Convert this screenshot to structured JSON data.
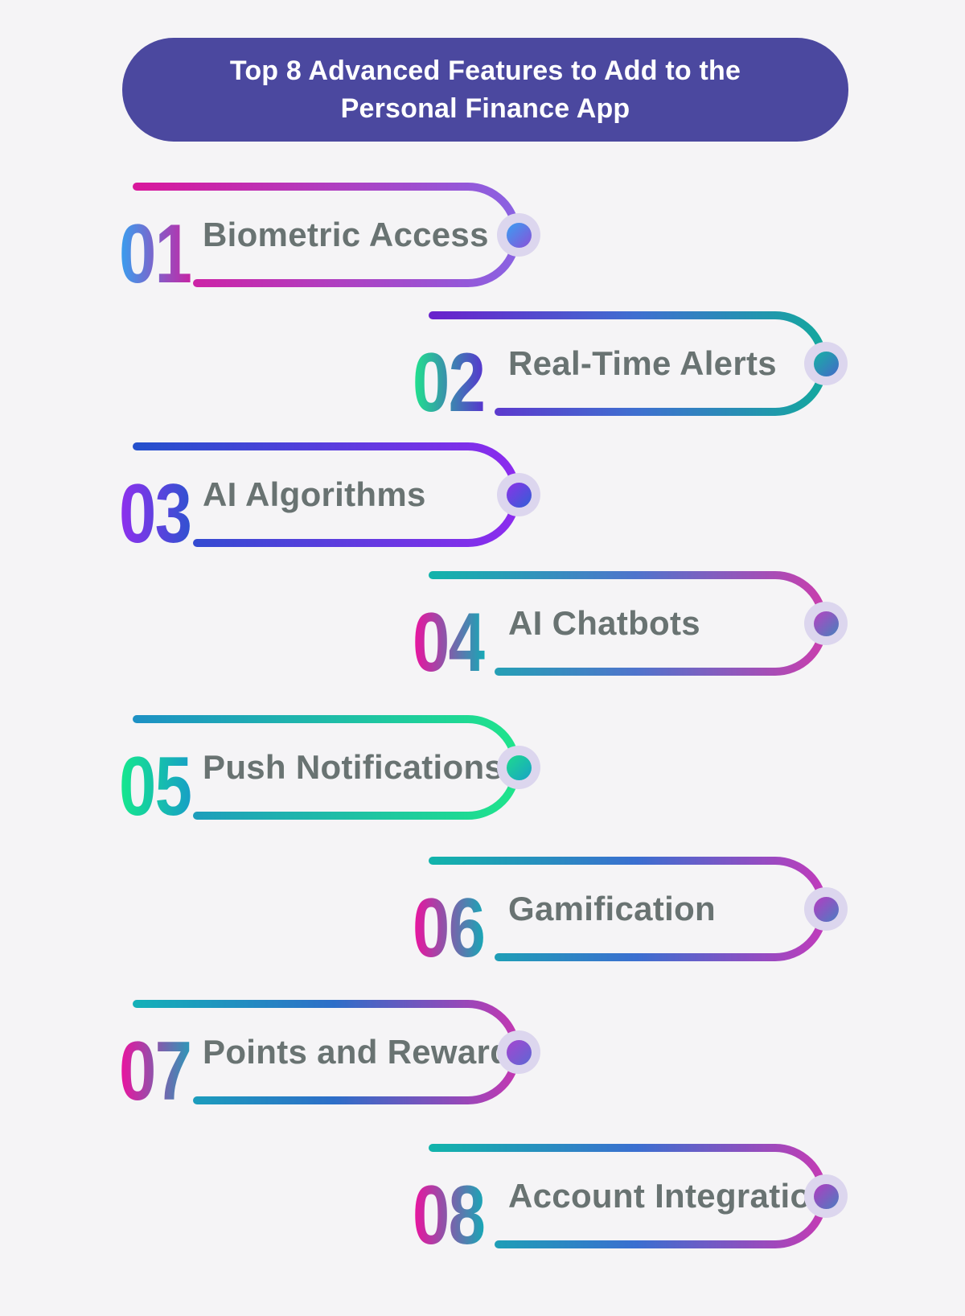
{
  "page": {
    "background_color": "#f5f4f6"
  },
  "header": {
    "title_line1": "Top 8 Advanced Features to Add to the",
    "title_line2": "Personal Finance App",
    "background_color": "#4b489f",
    "text_color": "#ffffff"
  },
  "style": {
    "label_color": "#697372",
    "dot_halo_color": "#dcd6ee",
    "line_stroke_width": 10
  },
  "items": [
    {
      "number": "01",
      "label": "Biometric Access",
      "side": "left",
      "line_gradient": [
        "#d8189c",
        "#8a62e2"
      ],
      "number_gradient": [
        "#36a1f0",
        "#c724a4"
      ],
      "dot_gradient": [
        "#399ff2",
        "#8a50d8"
      ]
    },
    {
      "number": "02",
      "label": "Real-Time Alerts",
      "side": "right",
      "line_gradient": [
        "#6922cc",
        "#3f6fd0",
        "#14a89e"
      ],
      "number_gradient": [
        "#1fe58c",
        "#5733cf"
      ],
      "dot_gradient": [
        "#16b2a4",
        "#4468c8"
      ]
    },
    {
      "number": "03",
      "label": "AI Algorithms",
      "side": "left",
      "line_gradient": [
        "#2450cc",
        "#8c2bee"
      ],
      "number_gradient": [
        "#9030ee",
        "#3052d0"
      ],
      "dot_gradient": [
        "#8c32e8",
        "#3060d6"
      ]
    },
    {
      "number": "04",
      "label": "AI Chatbots",
      "side": "right",
      "line_gradient": [
        "#12b3ab",
        "#4f74cc",
        "#c93ead"
      ],
      "number_gradient": [
        "#ef109e",
        "#16a9b6"
      ],
      "dot_gradient": [
        "#b843c2",
        "#4581bd"
      ]
    },
    {
      "number": "05",
      "label": "Push Notifications",
      "side": "left",
      "line_gradient": [
        "#1d91c4",
        "#1fe48c"
      ],
      "number_gradient": [
        "#16e98c",
        "#179fc6"
      ],
      "dot_gradient": [
        "#1eda8e",
        "#17a3c6"
      ]
    },
    {
      "number": "06",
      "label": "Gamification",
      "side": "right",
      "line_gradient": [
        "#12b3ab",
        "#3a6fd0",
        "#c03bbb"
      ],
      "number_gradient": [
        "#ef109e",
        "#16a9b6"
      ],
      "dot_gradient": [
        "#b53cc2",
        "#4a7ec2"
      ]
    },
    {
      "number": "07",
      "label": "Points and Rewards",
      "side": "left",
      "line_gradient": [
        "#14b0b8",
        "#2d6ec8",
        "#c238b2"
      ],
      "number_gradient": [
        "#ef109e",
        "#2a9ab8"
      ],
      "dot_gradient": [
        "#a545d0",
        "#5d68d4"
      ]
    },
    {
      "number": "08",
      "label": "Account Integration",
      "side": "right",
      "line_gradient": [
        "#12b3ab",
        "#3a6fd0",
        "#c43bb4"
      ],
      "number_gradient": [
        "#ef109e",
        "#16a9b6"
      ],
      "dot_gradient": [
        "#b23cc0",
        "#4a7ec0"
      ]
    }
  ]
}
